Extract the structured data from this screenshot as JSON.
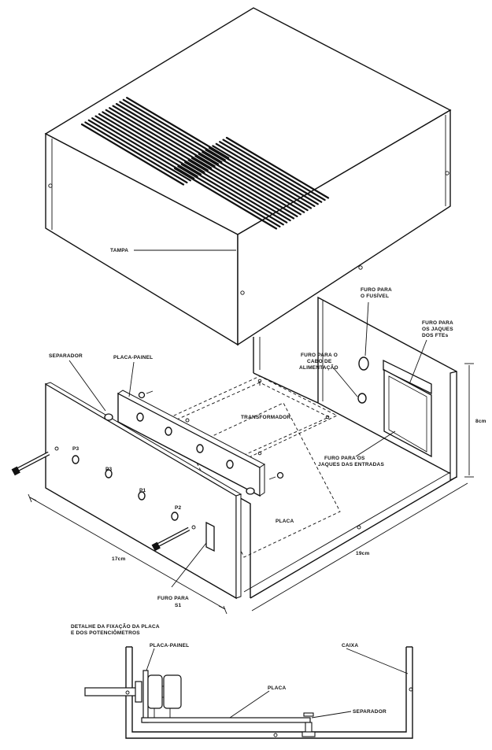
{
  "labels": {
    "tampa": "TAMPA",
    "furo_fusivel_1": "FURO PARA",
    "furo_fusivel_2": "O FUSÍVEL",
    "furo_jaques_fte_1": "FURO PARA",
    "furo_jaques_fte_2": "OS JAQUES",
    "furo_jaques_fte_3": "DOS FTEs",
    "furo_cabo_1": "FURO PARA O",
    "furo_cabo_2": "CABO DE",
    "furo_cabo_3": "ALIMENTAÇÃO",
    "separador": "SEPARADOR",
    "placa_painel": "PLACA-PAINEL",
    "transformador": "TRANSFORMADOR",
    "dim_height": "8cm",
    "furo_entradas_1": "FURO PARA OS",
    "furo_entradas_2": "JAQUES DAS ENTRADAS",
    "p3_a": "P3",
    "p3_b": "P3",
    "p1": "P1",
    "p2": "P2",
    "placa": "PLACA",
    "dim_width": "17cm",
    "dim_depth": "19cm",
    "furo_s1_1": "FURO PARA",
    "furo_s1_2": "S1",
    "detalhe_1": "DETALHE DA FIXAÇÃO DA PLACA",
    "detalhe_2": "E DOS POTENCIÔMETROS",
    "detail_placa_painel": "PLACA-PAINEL",
    "detail_caixa": "CAIXA",
    "detail_placa": "PLACA",
    "detail_separador": "SEPARADOR"
  }
}
